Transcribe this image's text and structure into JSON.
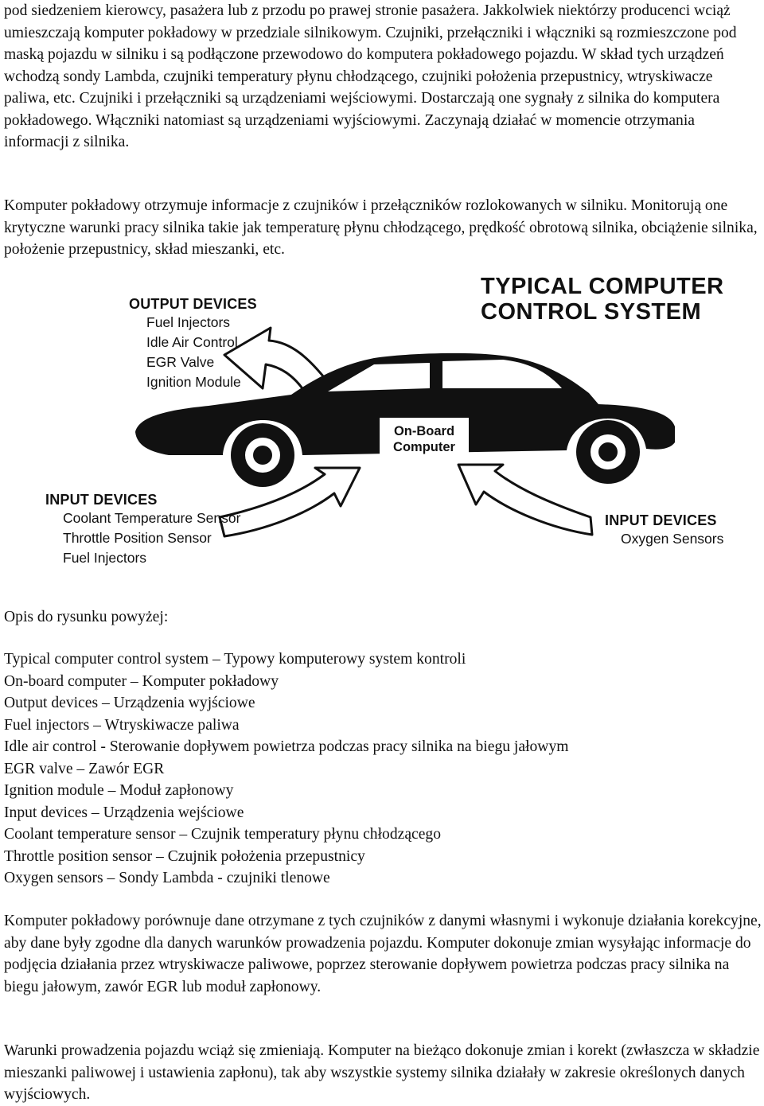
{
  "paragraphs": {
    "p1": "pod siedzeniem kierowcy,  pasażera lub z przodu po prawej stronie pasażera. Jakkolwiek niektórzy producenci wciąż umieszczają komputer pokładowy w przedziale silnikowym. Czujniki, przełączniki i włączniki są rozmieszczone pod maską pojazdu w silniku i są podłączone przewodowo do komputera pokładowego pojazdu. W skład tych urządzeń wchodzą sondy Lambda, czujniki temperatury płynu chłodzącego, czujniki położenia przepustnicy, wtryskiwacze paliwa, etc. Czujniki i przełączniki są urządzeniami wejściowymi. Dostarczają one sygnały z silnika do komputera pokładowego. Włączniki natomiast są urządzeniami wyjściowymi. Zaczynają działać w momencie otrzymania informacji z silnika.",
    "p2": "Komputer pokładowy otrzymuje informacje z czujników i przełączników rozlokowanych w silniku. Monitorują one krytyczne warunki pracy silnika takie jak temperaturę płynu chłodzącego, prędkość obrotową silnika, obciążenie silnika, położenie przepustnicy, skład mieszanki, etc.",
    "p3": "Komputer pokładowy porównuje dane otrzymane z tych czujników z danymi własnymi i wykonuje działania korekcyjne, aby dane były zgodne dla danych warunków prowadzenia pojazdu. Komputer dokonuje zmian wysyłając informacje do podjęcia działania przez wtryskiwacze paliwowe, poprzez sterowanie dopływem powietrza podczas pracy silnika na biegu jałowym, zawór EGR lub moduł zapłonowy.",
    "p4": "Warunki prowadzenia pojazdu wciąż się zmieniają. Komputer na bieżąco dokonuje zmian i korekt (zwłaszcza w składzie mieszanki paliwowej i ustawienia zapłonu), tak aby wszystkie systemy silnika działały w zakresie określonych danych wyjściowych."
  },
  "diagram": {
    "title_line1": "TYPICAL COMPUTER",
    "title_line2": "CONTROL SYSTEM",
    "computer_line1": "On-Board",
    "computer_line2": "Computer",
    "output": {
      "header": "OUTPUT DEVICES",
      "items": [
        "Fuel Injectors",
        "Idle Air Control",
        "EGR Valve",
        "Ignition Module"
      ]
    },
    "input_left": {
      "header": "INPUT DEVICES",
      "items": [
        "Coolant Temperature Sensor",
        "Throttle Position Sensor",
        "Fuel Injectors"
      ]
    },
    "input_right": {
      "header": "INPUT DEVICES",
      "items": [
        "Oxygen Sensors"
      ]
    }
  },
  "caption": "Opis do rysunku powyżej:",
  "glossary": [
    "Typical computer control system – Typowy komputerowy system kontroli",
    "On-board computer – Komputer pokładowy",
    "Output devices – Urządzenia wyjściowe",
    "Fuel injectors – Wtryskiwacze paliwa",
    "Idle air control - Sterowanie dopływem powietrza podczas pracy silnika na biegu jałowym",
    "EGR valve – Zawór EGR",
    "Ignition module – Moduł zapłonowy",
    "Input devices – Urządzenia wejściowe",
    "Coolant temperature sensor – Czujnik temperatury płynu chłodzącego",
    "Throttle position sensor – Czujnik położenia przepustnicy",
    "Oxygen sensors – Sondy Lambda - czujniki tlenowe"
  ]
}
